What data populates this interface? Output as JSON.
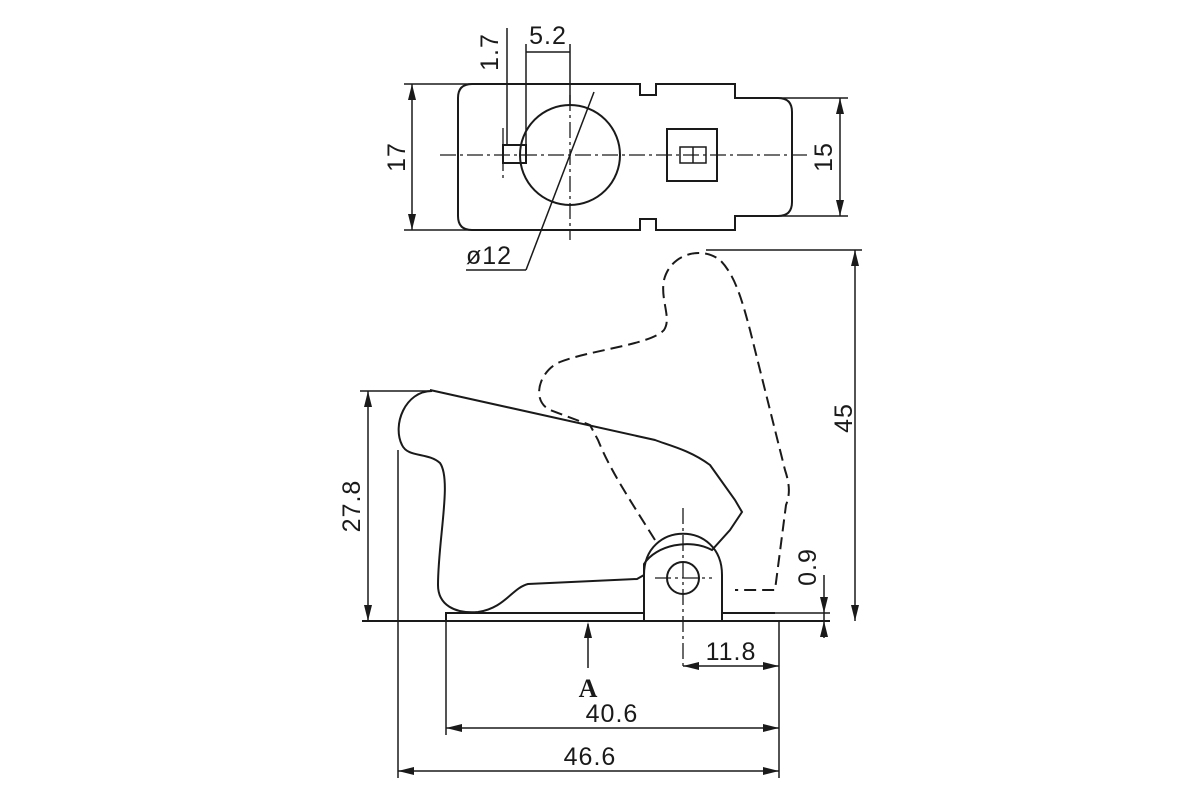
{
  "dimensions": {
    "top_height": "17",
    "top_inner_height": "15",
    "slot_width": "1.7",
    "slot_offset": "5.2",
    "hole_diameter": "ø12",
    "height_closed": "27.8",
    "height_open": "45",
    "pivot_offset": "0.9",
    "pivot_distance": "11.8",
    "base_length": "40.6",
    "overall_length": "46.6"
  },
  "view_label": "A"
}
